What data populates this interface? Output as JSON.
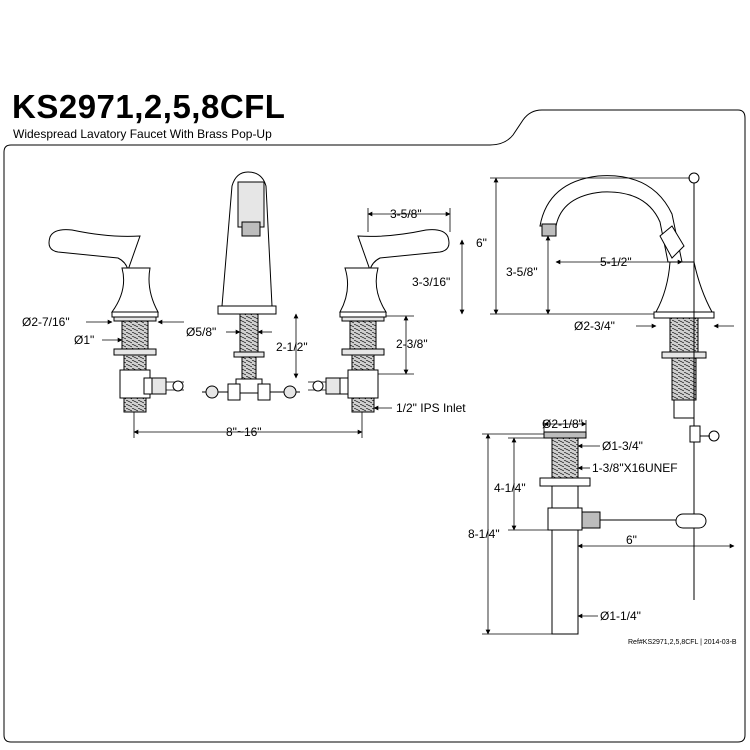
{
  "header": {
    "model": "KS2971,2,5,8CFL",
    "subtitle": "Widespread Lavatory Faucet With Brass Pop-Up"
  },
  "dimensions": {
    "handle_width": "3-5/8\"",
    "handle_height": "3-3/16\"",
    "handle_base_dia": "Ø2-7/16\"",
    "handle_shank_dia": "Ø1\"",
    "spout_shank_dia": "Ø5/8\"",
    "spout_shank_len": "2-1/2\"",
    "handle_shank_len": "2-3/8\"",
    "inlet": "1/2\" IPS Inlet",
    "spread": "8\"~16\"",
    "spout_height": "6\"",
    "spout_outlet_height": "3-5/8\"",
    "spout_reach": "5-1/2\"",
    "spout_base_dia": "Ø2-3/4\"",
    "flange_dia": "Ø2-1/8\"",
    "drain_top_dia": "Ø1-3/4\"",
    "drain_thread": "1-3/8\"X16UNEF",
    "drain_upper_len": "4-1/4\"",
    "drain_total_len": "8-1/4\"",
    "lift_rod_len": "6\"",
    "tailpiece_dia": "Ø1-1/4\""
  },
  "footer": {
    "ref": "Ref#KS2971,2,5,8CFL  |  2014-03-B"
  }
}
